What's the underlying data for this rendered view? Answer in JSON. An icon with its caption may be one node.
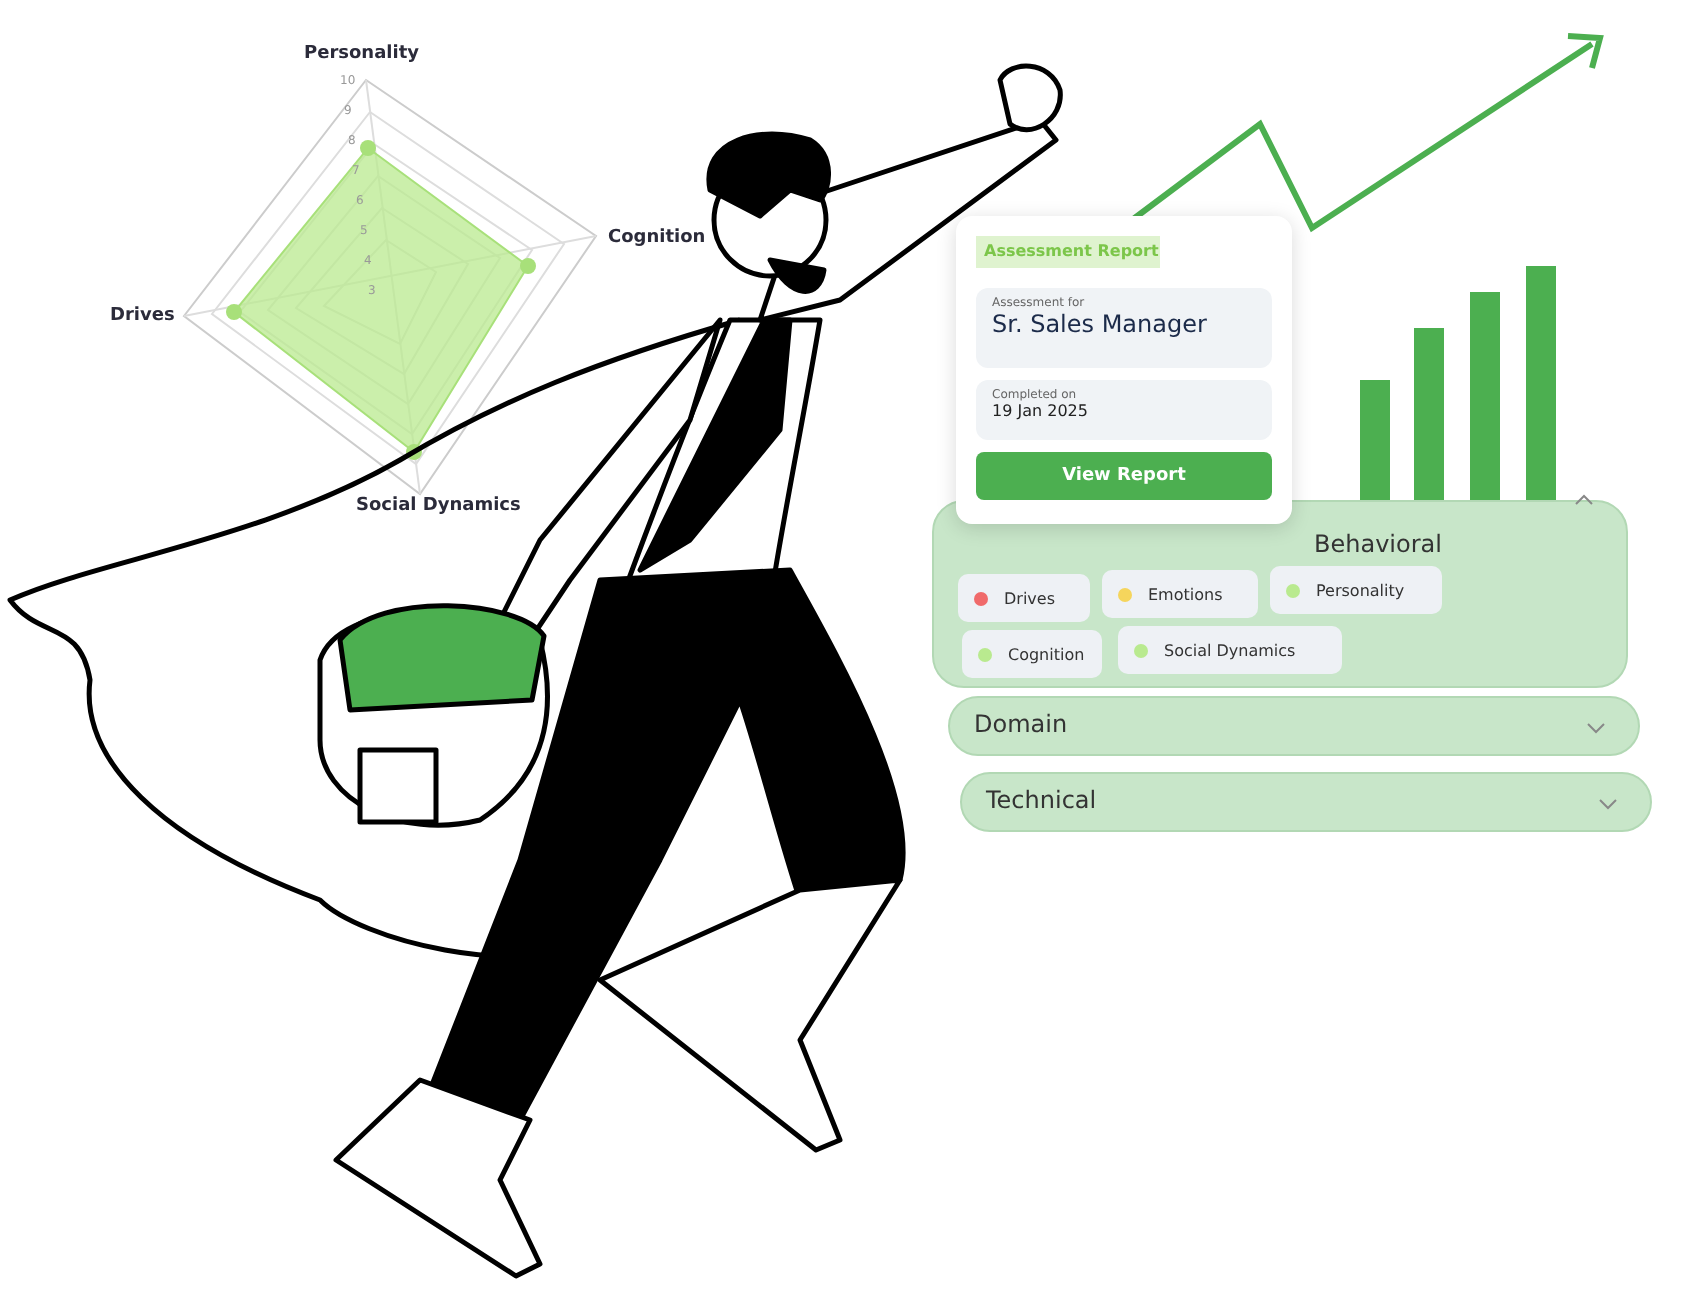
{
  "diagram": {
    "nodes": [
      {
        "text": [],
        "shape": "box"
      },
      {
        "text": [
          "Assessment Report"
        ],
        "in": 0
      },
      {
        "text": [
          "Assessment for",
          "Sr. Sales Manager"
        ],
        "in": 0
      },
      {
        "text": [
          "Completed on",
          "19 Jan 2025"
        ],
        "in": 0
      },
      {
        "text": [
          "View Report"
        ],
        "in": 0
      },
      {
        "text": [
          "Behavioral"
        ]
      },
      {
        "text": [
          "Drives"
        ],
        "in": 5
      },
      {
        "text": [
          "Emotions"
        ],
        "in": 5
      },
      {
        "text": [
          "Personality"
        ],
        "in": 5
      },
      {
        "text": [
          "Cognition"
        ],
        "in": 5
      },
      {
        "text": [
          "Social Dynamics"
        ],
        "in": 5
      },
      {
        "text": [
          "Domain"
        ]
      },
      {
        "text": [
          "Technical"
        ]
      }
    ],
    "edges": [],
    "labels": [
      "Personality",
      "10",
      "9",
      "8",
      "7",
      "6",
      "5",
      "4",
      "3",
      "Cognition",
      "Drives",
      "Social Dynamics"
    ]
  }
}
